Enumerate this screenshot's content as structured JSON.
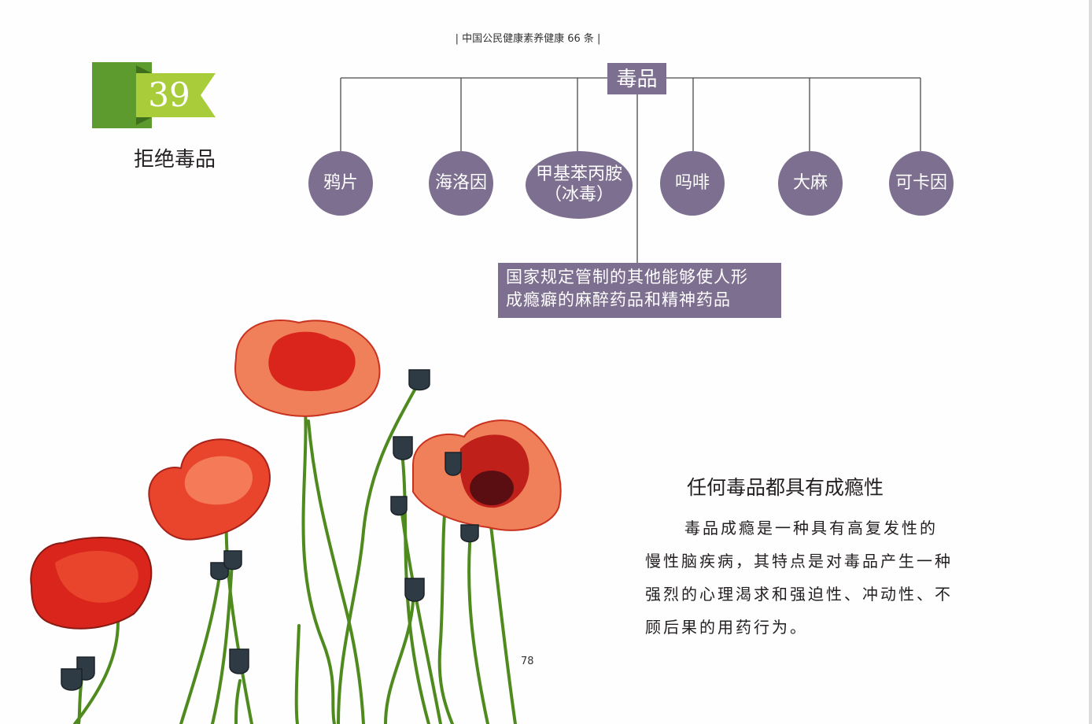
{
  "header": {
    "running_title": "| 中国公民健康素养健康 66 条 |"
  },
  "badge": {
    "number": "39",
    "colors": {
      "dark": "#5e9b2e",
      "light": "#a9cc3b"
    }
  },
  "section_title": "拒绝毒品",
  "tree": {
    "root": "毒品",
    "children": [
      "鸦片",
      "海洛因",
      "甲基苯丙胺",
      "（冰毒）",
      "吗啡",
      "大麻",
      "可卡因"
    ],
    "note_lines": [
      "国家规定管制的其他能够使人形",
      "成瘾癖的麻醉药品和精神药品"
    ],
    "node_color": "#7d6f8f"
  },
  "article": {
    "subheading": "任何毒品都具有成瘾性",
    "lines": [
      "毒品成瘾是一种具有高复发性的",
      "慢性脑疾病，其特点是对毒品产生一种",
      "强烈的心理渴求和强迫性、冲动性、不",
      "顾后果的用药行为。"
    ]
  },
  "page_number": "78",
  "illustration": {
    "subject": "poppy-flowers",
    "colors": {
      "petal": "#e0301e",
      "petal_light": "#f0805a",
      "stem": "#4f8a1f",
      "pod": "#2e3a44"
    }
  }
}
